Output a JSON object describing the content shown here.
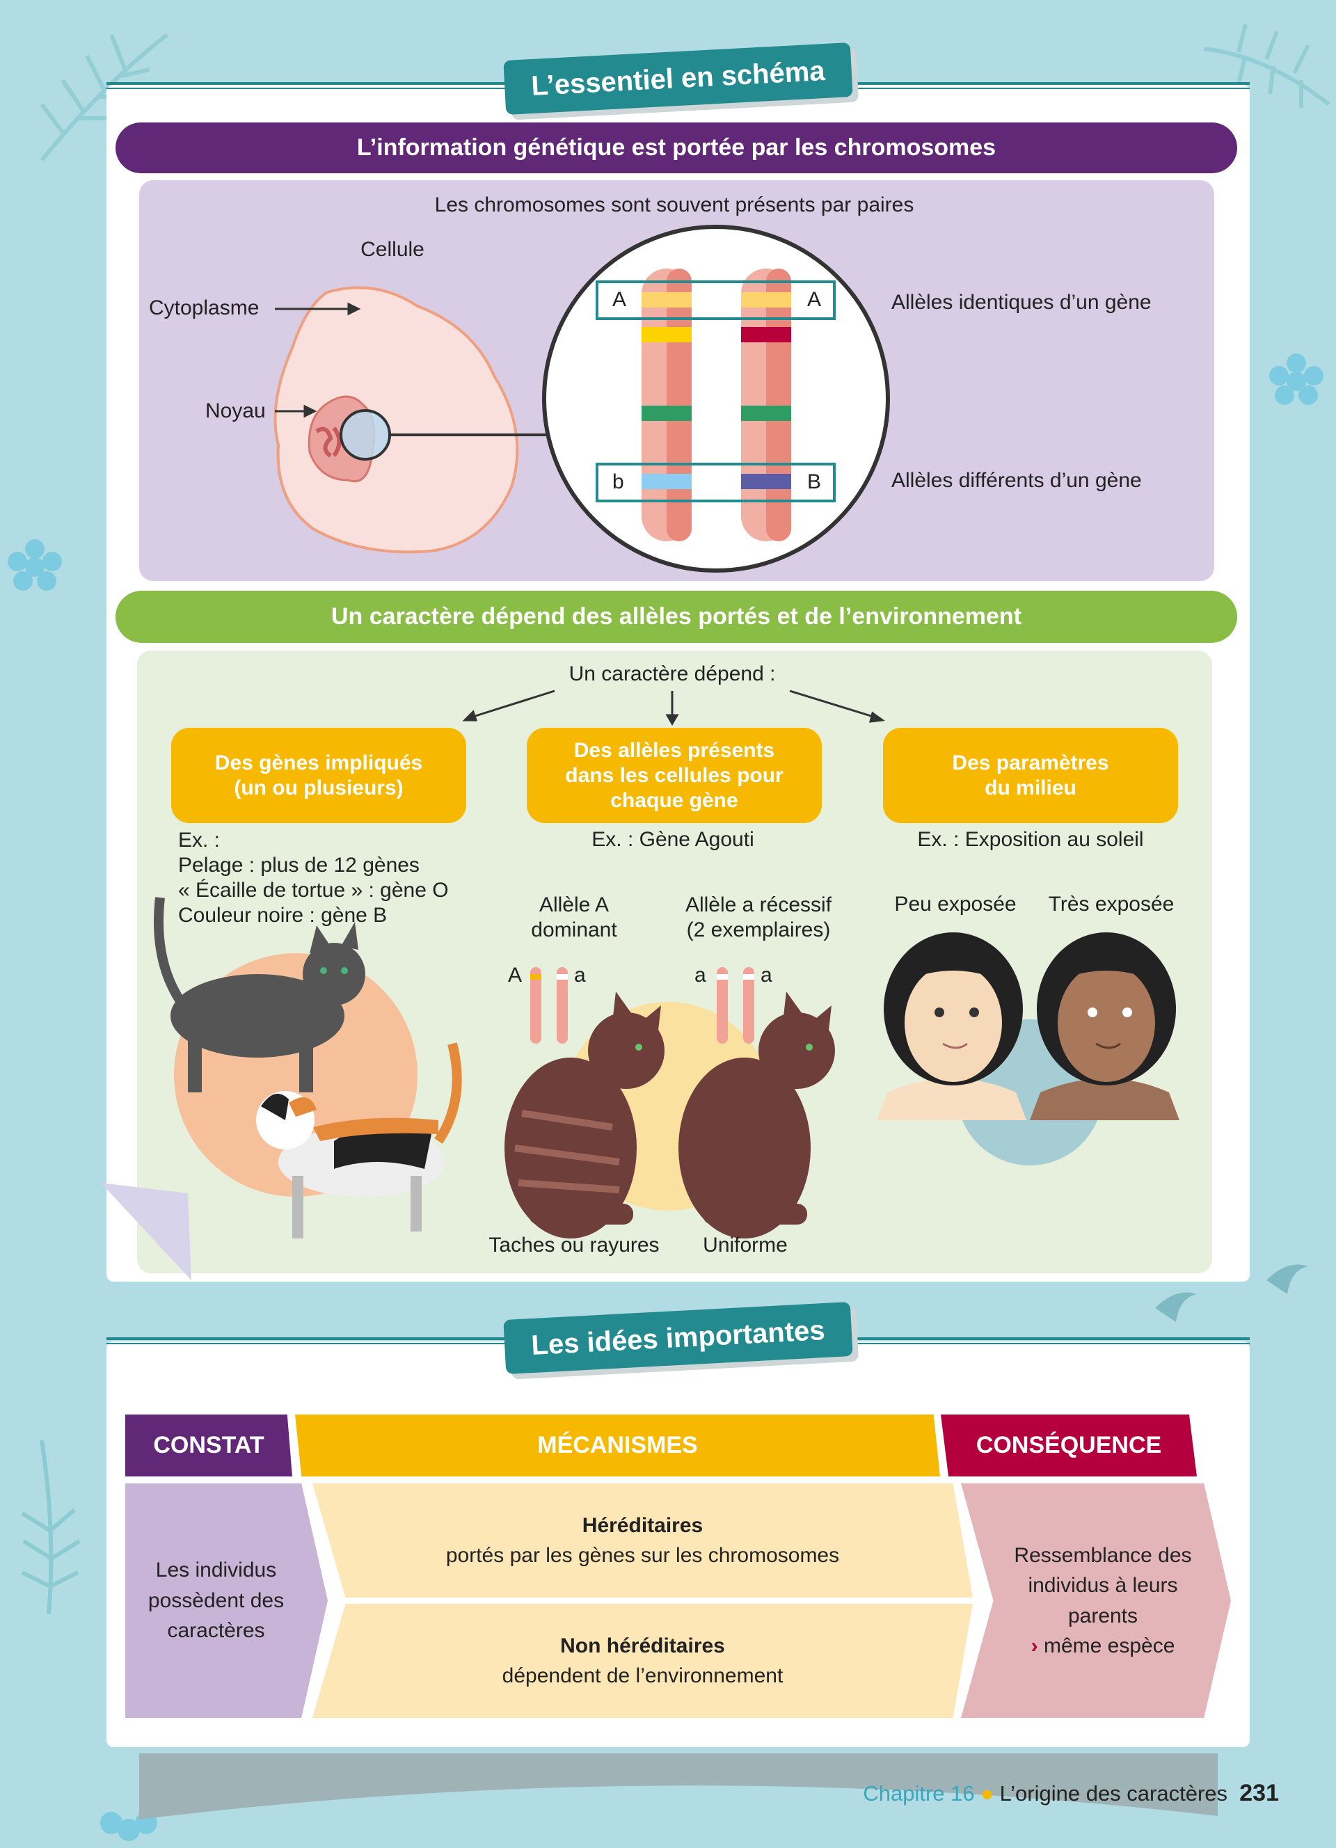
{
  "schema": {
    "tab_title": "L’essentiel en schéma",
    "section1": {
      "title": "L’information génétique est portée par les chromosomes",
      "subtitle": "Les chromosomes sont souvent présents par paires",
      "cell_label": "Cellule",
      "cytoplasm_label": "Cytoplasme",
      "nucleus_label": "Noyau",
      "allele_top_left": "A",
      "allele_top_right": "A",
      "allele_bottom_left": "b",
      "allele_bottom_right": "B",
      "identical_label": "Allèles identiques d’un gène",
      "different_label": "Allèles différents d’un gène"
    },
    "section2": {
      "title": "Un caractère dépend des allèles portés et de l’environnement",
      "root": "Un caractère dépend :",
      "boxes": [
        {
          "line1": "Des gènes impliqués",
          "line2": "(un ou plusieurs)",
          "line3": ""
        },
        {
          "line1": "Des allèles présents",
          "line2": "dans les cellules pour",
          "line3": "chaque gène"
        },
        {
          "line1": "Des paramètres",
          "line2": "du milieu",
          "line3": ""
        }
      ],
      "example1": [
        "Ex. :",
        "Pelage : plus de 12 gènes",
        "« Écaille de tortue » : gène O",
        "Couleur noire : gène B"
      ],
      "example2": "Ex. : Gène Agouti",
      "example3": "Ex. : Exposition au soleil",
      "allele_dominant": [
        "Allèle A",
        "dominant"
      ],
      "allele_recessive": [
        "Allèle a récessif",
        "(2 exemplaires)"
      ],
      "chrom_labels_1": [
        "A",
        "a"
      ],
      "chrom_labels_2": [
        "a",
        "a"
      ],
      "cat_label_1": "Taches ou rayures",
      "cat_label_2": "Uniforme",
      "exposure_low": "Peu exposée",
      "exposure_high": "Très exposée"
    }
  },
  "ideas": {
    "tab_title": "Les idées importantes",
    "headers": {
      "constat": "CONSTAT",
      "mecanismes": "MÉCANISMES",
      "consequence": "CONSÉQUENCE"
    },
    "constat_body": [
      "Les individus",
      "possèdent des",
      "caractères"
    ],
    "mech_top": {
      "title": "Héréditaires",
      "text": "portés par les gènes sur les chromosomes"
    },
    "mech_bottom": {
      "title": "Non héréditaires",
      "text": "dépendent de l’environnement"
    },
    "consequence_body": [
      "Ressemblance des",
      "individus à leurs",
      "parents"
    ],
    "consequence_note": "même espèce",
    "colors": {
      "purple": "#622878",
      "yellow": "#f6b800",
      "crimson": "#b4003c",
      "green": "#89bd45",
      "teal": "#238a90"
    }
  },
  "footer": {
    "chapter": "Chapitre 16",
    "title": "L’origine des caractères",
    "page": "231"
  }
}
